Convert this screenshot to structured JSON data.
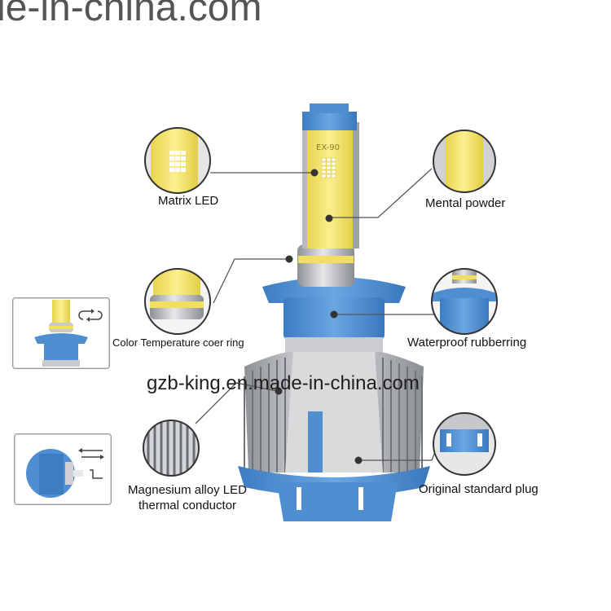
{
  "watermarks": {
    "top": "de-in-china.com",
    "middle": "gzb-king.en.made-in-china.com"
  },
  "chip_marking": "EX-90",
  "callouts": {
    "matrix_led": "Matrix LED",
    "mental_powder": "Mental powder",
    "color_temperature_ring": "Color Temperature coer ring",
    "waterproof_rubberring": "Waterproof rubberring",
    "magnesium_line1": "Magnesium alloy LED",
    "magnesium_line2": "thermal conductor",
    "original_plug": "Original standard plug"
  },
  "colors": {
    "base_blue": "#4f8fd1",
    "chip_yellow": "#f1e060",
    "heatsink_silver": "#c7c9cc",
    "callout_line": "#555555"
  }
}
